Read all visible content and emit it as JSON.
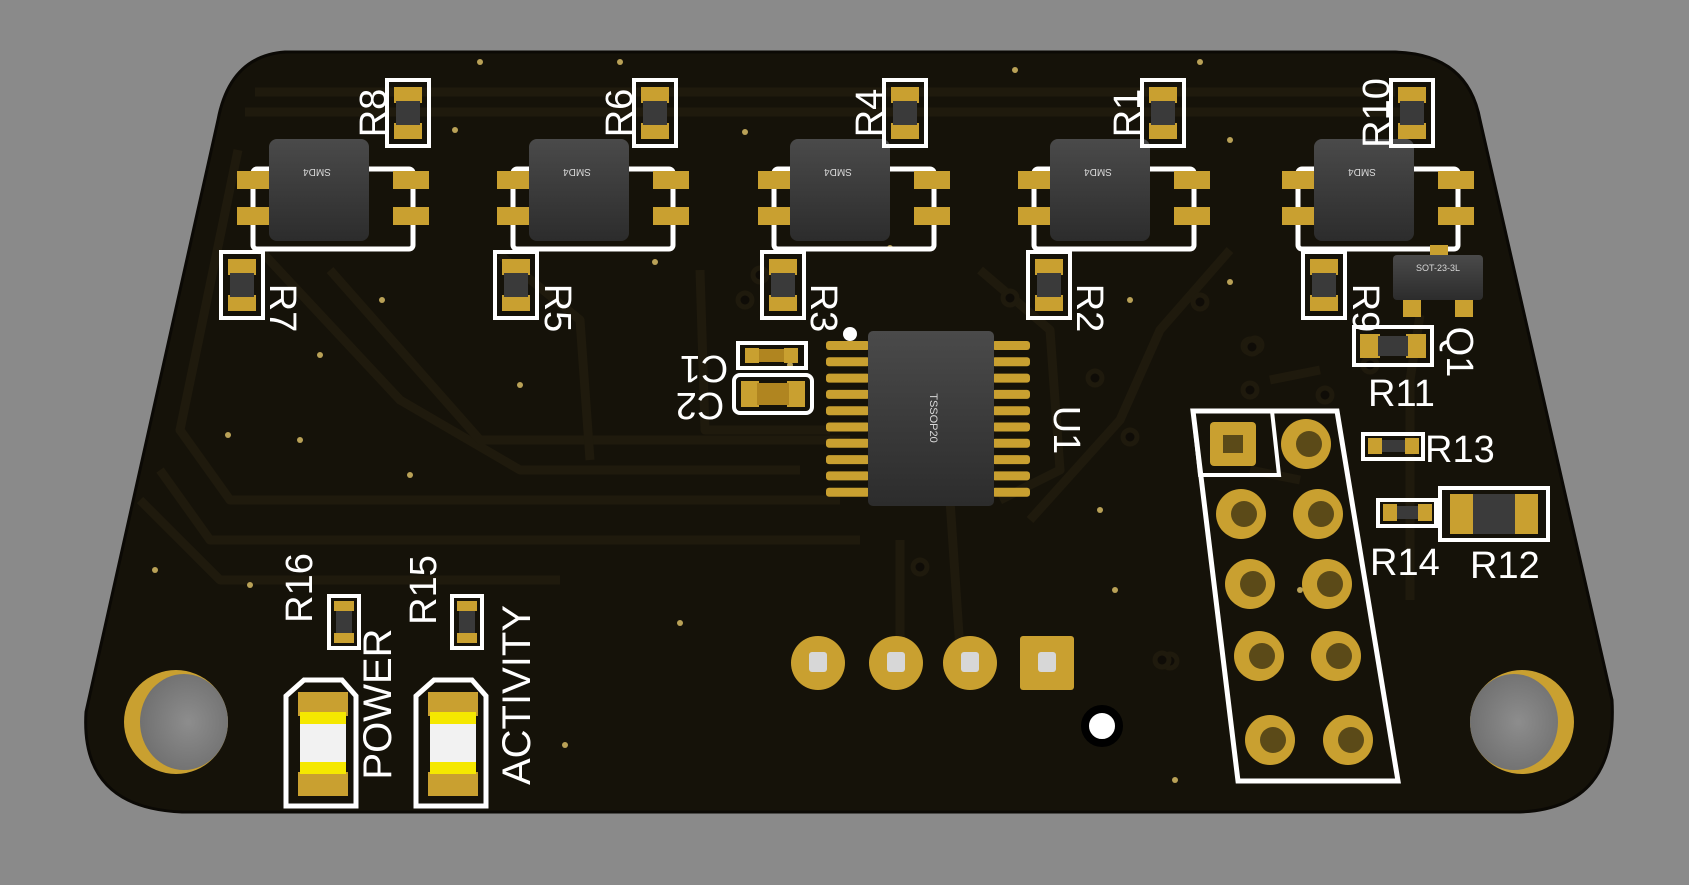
{
  "colors": {
    "background": "#8a8a8a",
    "board": "#151209",
    "trace": "#1f1a0d",
    "copper": "#c9a030",
    "silkscreen": "#ffffff",
    "chip": "#3b3b3b",
    "led": "#f5e800",
    "hole": "#7f7f7f"
  },
  "labels": {
    "R1": "R1",
    "R2": "R2",
    "R3": "R3",
    "R4": "R4",
    "R5": "R5",
    "R6": "R6",
    "R7": "R7",
    "R8": "R8",
    "R9": "R9",
    "R10": "R10",
    "R11": "R11",
    "R12": "R12",
    "R13": "R13",
    "R14": "R14",
    "R15": "R15",
    "R16": "R16",
    "C1": "C1",
    "C2": "C2",
    "U1": "U1",
    "Q1": "Q1",
    "power": "POWER",
    "activity": "ACTIVITY"
  },
  "package_marks": {
    "smd4": "SMD4",
    "tssop20": "TSSOP20",
    "sot23": "SOT-23-3L"
  },
  "icons": {
    "mounting_hole": "mounting-hole-icon",
    "pin_one_marker": "pin-one-dot-icon",
    "fiducial": "fiducial-icon"
  }
}
